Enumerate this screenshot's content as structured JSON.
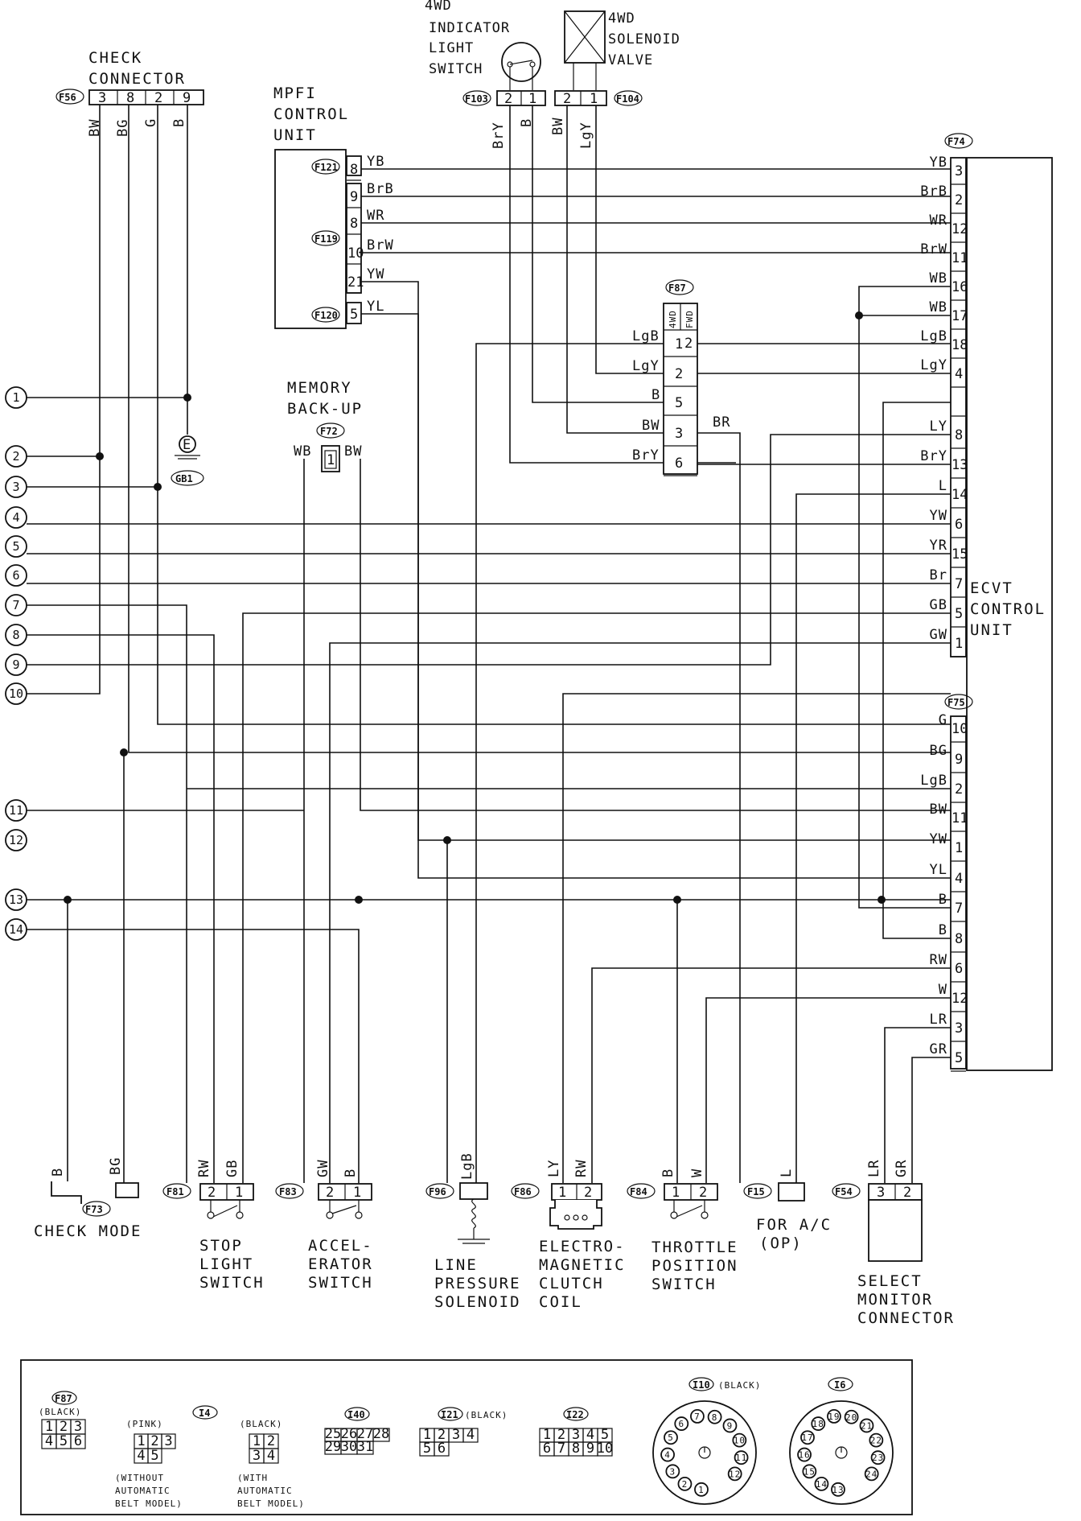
{
  "components": {
    "check_connector": {
      "id": "F56",
      "label": [
        "CHECK",
        "CONNECTOR"
      ],
      "pins": [
        "3",
        "8",
        "2",
        "9"
      ],
      "wires": [
        "BW",
        "BG",
        "G",
        "B"
      ]
    },
    "switch_4wd": {
      "id": "F103",
      "label": [
        "4WD",
        "INDICATOR",
        "LIGHT",
        "SWITCH"
      ],
      "pins": [
        "2",
        "1"
      ],
      "wires": [
        "BrY",
        "B"
      ]
    },
    "solenoid_4wd": {
      "id": "F104",
      "label": [
        "4WD",
        "SOLENOID",
        "VALVE"
      ],
      "pins": [
        "2",
        "1"
      ],
      "wires": [
        "BW",
        "LgY"
      ]
    },
    "mpfi": {
      "label": [
        "MPFI",
        "CONTROL",
        "UNIT"
      ],
      "ids": [
        "F121",
        "F119",
        "F120"
      ]
    },
    "memory_backup": {
      "id": "F72",
      "label": [
        "MEMORY",
        "BACK-UP"
      ],
      "pin": "1",
      "wires": [
        "WB",
        "BW"
      ]
    },
    "f87": {
      "id": "F87",
      "top": [
        "4WD",
        "FWD"
      ]
    },
    "ecvt": {
      "label": [
        "ECVT",
        "CONTROL",
        "UNIT"
      ],
      "ids": [
        "F74",
        "F75"
      ]
    },
    "ground": {
      "id": "GB1",
      "sym": "E"
    }
  },
  "mpfi_pins": [
    {
      "pin": "8",
      "wire": "YB"
    },
    {
      "pin": "9",
      "wire": "BrB"
    },
    {
      "pin": "8",
      "wire": "WR"
    },
    {
      "pin": "10",
      "wire": "BrW"
    },
    {
      "pin": "21",
      "wire": "YW"
    },
    {
      "pin": "5",
      "wire": "YL"
    }
  ],
  "f87_pins": [
    {
      "wire": "LgB",
      "pin": "1"
    },
    {
      "wire": "LgY",
      "pin": "2"
    },
    {
      "wire": "B",
      "pin": "5"
    },
    {
      "wire": "BW",
      "pin": "3"
    },
    {
      "wire": "BrY",
      "pin": "6"
    }
  ],
  "f87_extra": [
    "2",
    "BR"
  ],
  "f74_pins": [
    {
      "wire": "YB",
      "pin": "3"
    },
    {
      "wire": "BrB",
      "pin": "2"
    },
    {
      "wire": "WR",
      "pin": "12"
    },
    {
      "wire": "BrW",
      "pin": "11"
    },
    {
      "wire": "WB",
      "pin": "16"
    },
    {
      "wire": "WB",
      "pin": "17"
    },
    {
      "wire": "LgB",
      "pin": "18"
    },
    {
      "wire": "LgY",
      "pin": "4"
    },
    {
      "wire": "",
      "pin": ""
    },
    {
      "wire": "LY",
      "pin": "8"
    },
    {
      "wire": "BrY",
      "pin": "13"
    },
    {
      "wire": "L",
      "pin": "14"
    },
    {
      "wire": "YW",
      "pin": "6"
    },
    {
      "wire": "YR",
      "pin": "15"
    },
    {
      "wire": "Br",
      "pin": "7"
    },
    {
      "wire": "GB",
      "pin": "5"
    },
    {
      "wire": "GW",
      "pin": "1"
    }
  ],
  "f75_pins": [
    {
      "wire": "G",
      "pin": "10"
    },
    {
      "wire": "BG",
      "pin": "9"
    },
    {
      "wire": "LgB",
      "pin": "2"
    },
    {
      "wire": "BW",
      "pin": "11"
    },
    {
      "wire": "YW",
      "pin": "1"
    },
    {
      "wire": "YL",
      "pin": "4"
    },
    {
      "wire": "B",
      "pin": "7"
    },
    {
      "wire": "B",
      "pin": "8"
    },
    {
      "wire": "RW",
      "pin": "6"
    },
    {
      "wire": "W",
      "pin": "12"
    },
    {
      "wire": "LR",
      "pin": "3"
    },
    {
      "wire": "GR",
      "pin": "5"
    }
  ],
  "left_refs": [
    "1",
    "2",
    "3",
    "4",
    "5",
    "6",
    "7",
    "8",
    "9",
    "10",
    "11",
    "12",
    "13",
    "14"
  ],
  "bottom": [
    {
      "id": "F73",
      "wires": [
        "B"
      ],
      "label": [
        "CHECK  MODE"
      ]
    },
    {
      "wires": [
        "BG"
      ],
      "label": []
    },
    {
      "id": "F81",
      "wires": [
        "RW",
        "GB"
      ],
      "pins": [
        "2",
        "1"
      ],
      "label": [
        "STOP",
        "LIGHT",
        "SWITCH"
      ]
    },
    {
      "id": "F83",
      "wires": [
        "GW",
        "B"
      ],
      "pins": [
        "2",
        "1"
      ],
      "label": [
        "ACCEL-",
        "ERATOR",
        "SWITCH"
      ]
    },
    {
      "id": "F96",
      "wires": [
        "LgB"
      ],
      "label": [
        "LINE",
        "PRESSURE",
        "SOLENOID"
      ]
    },
    {
      "id": "F86",
      "wires": [
        "LY",
        "RW"
      ],
      "pins": [
        "1",
        "2"
      ],
      "label": [
        "ELECTRO-",
        "MAGNETIC",
        "CLUTCH",
        "COIL"
      ]
    },
    {
      "id": "F84",
      "wires": [
        "B",
        "W"
      ],
      "pins": [
        "1",
        "2"
      ],
      "label": [
        "THROTTLE",
        "POSITION",
        "SWITCH"
      ]
    },
    {
      "id": "F15",
      "wires": [
        "L"
      ],
      "label": [
        "FOR A/C",
        "(OP)"
      ]
    },
    {
      "id": "F54",
      "wires": [
        "LR",
        "GR"
      ],
      "pins": [
        "3",
        "2"
      ],
      "label": [
        "SELECT",
        "MONITOR",
        "CONNECTOR"
      ]
    }
  ],
  "legend": {
    "f87": {
      "id": "F87",
      "note": "(BLACK)",
      "pins": [
        "1",
        "2",
        "3",
        "4",
        "5",
        "6"
      ]
    },
    "i4_pink": {
      "id": "I4",
      "note": "(PINK)",
      "pins": [
        "1",
        "2",
        "3",
        "4",
        "5"
      ],
      "caption": [
        "(WITHOUT",
        "AUTOMATIC",
        "BELT MODEL)"
      ]
    },
    "i4_black": {
      "note": "(BLACK)",
      "pins": [
        "1",
        "2",
        "3",
        "4"
      ],
      "caption": [
        "(WITH",
        "AUTOMATIC",
        "BELT MODEL)"
      ]
    },
    "i40": {
      "id": "I40",
      "pins": [
        "25",
        "26",
        "27",
        "28",
        "29",
        "30",
        "31"
      ]
    },
    "i21": {
      "id": "I21",
      "note": "(BLACK)",
      "pins": [
        "1",
        "2",
        "3",
        "4",
        "5",
        "6"
      ]
    },
    "i22": {
      "id": "I22",
      "pins": [
        "1",
        "2",
        "3",
        "4",
        "5",
        "6",
        "7",
        "8",
        "9",
        "10"
      ]
    },
    "i10": {
      "id": "I10",
      "note": "(BLACK)",
      "pins": [
        "1",
        "2",
        "3",
        "4",
        "5",
        "6",
        "7",
        "8",
        "9",
        "10",
        "11",
        "12"
      ]
    },
    "i6": {
      "id": "I6",
      "pins": [
        "13",
        "14",
        "15",
        "16",
        "17",
        "18",
        "19",
        "20",
        "21",
        "22",
        "23",
        "24"
      ]
    }
  }
}
